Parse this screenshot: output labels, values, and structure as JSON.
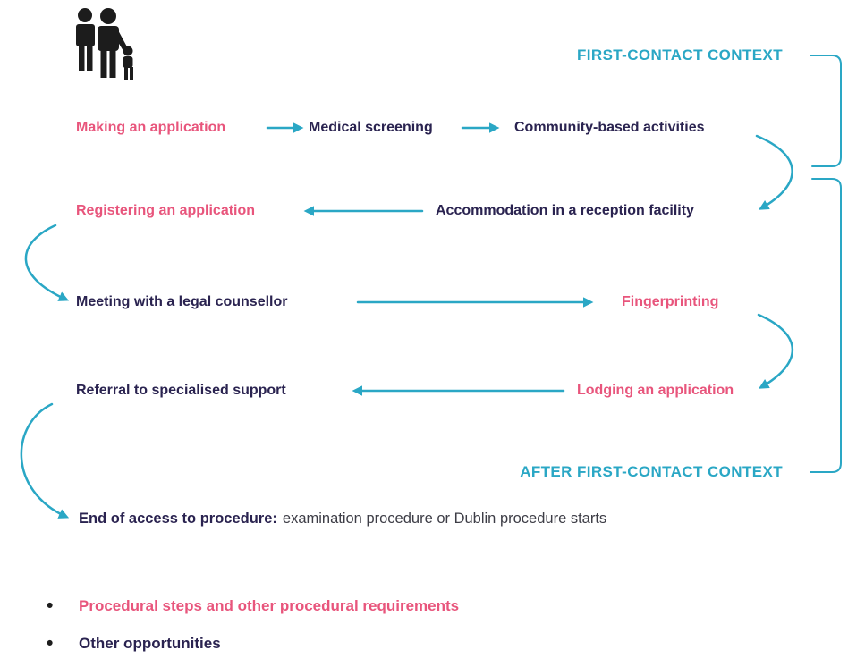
{
  "colors": {
    "teal": "#2AA7C5",
    "pink": "#E8557C",
    "navy": "#2A2350",
    "icon": "#1c1c1c",
    "text": "#3d3d46"
  },
  "context_labels": {
    "first_contact": "FIRST-CONTACT CONTEXT",
    "after_first_contact": "AFTER FIRST-CONTACT CONTEXT"
  },
  "steps": {
    "making": "Making an application",
    "medical": "Medical screening",
    "community": "Community-based activities",
    "registering": "Registering an application",
    "accommodation": "Accommodation in a reception facility",
    "meeting": "Meeting with a legal counsellor",
    "fingerprinting": "Fingerprinting",
    "referral": "Referral to specialised support",
    "lodging": "Lodging an application"
  },
  "end_row": {
    "bold": "End of access to procedure:",
    "rest": "examination procedure or Dublin procedure starts"
  },
  "legend": {
    "bullet": "•",
    "procedural": "Procedural steps and other procedural requirements",
    "other": "Other opportunities"
  },
  "icon": "family-icon"
}
